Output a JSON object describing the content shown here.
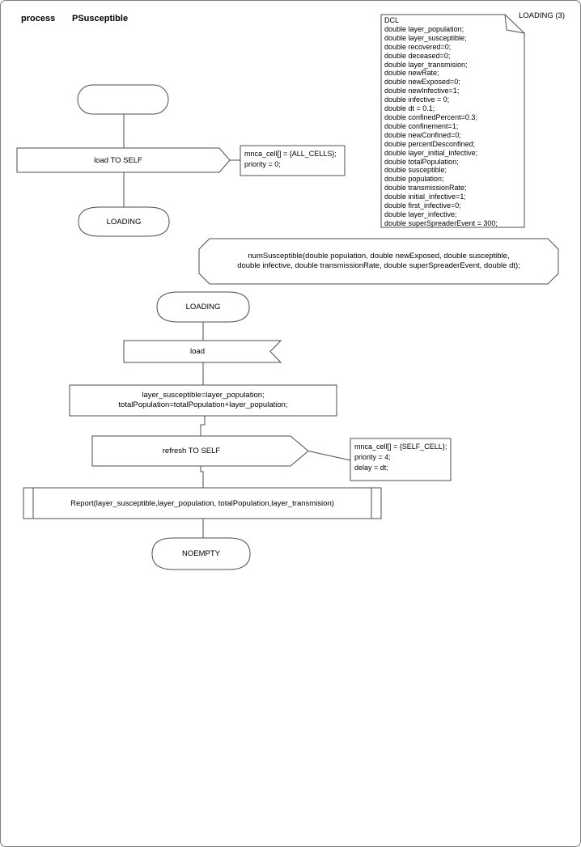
{
  "header": {
    "kind_label": "process",
    "process_name": "PSusceptible"
  },
  "dcl": {
    "corner_label": "LOADING (3)",
    "lines": [
      "DCL",
      "double layer_population;",
      "double layer_susceptible;",
      "double recovered=0;",
      "double deceased=0;",
      "double layer_transmision;",
      "double newRate;",
      "double newExposed=0;",
      "double newInfective=1;",
      "double infective = 0;",
      "double dt = 0.1;",
      "double confinedPercent=0.3;",
      "double confinement=1;",
      "double newConfined=0;",
      "double percentDesconfined;",
      "double layer_initial_infective;",
      "double totalPopulation;",
      "double susceptible;",
      "double population;",
      "double transmissionRate;",
      "double initial_infective=1;",
      "double first_infective=0;",
      "double layer_infective;",
      "double superSpreaderEvent = 300;"
    ]
  },
  "nodes": {
    "output_load": {
      "label": "load TO SELF"
    },
    "comment_load": {
      "lines": [
        "mnca_cell[] = {ALL_CELLS};",
        "priority = 0;"
      ]
    },
    "state_loading_1": {
      "label": "LOADING"
    },
    "procedure_decl": {
      "lines": [
        "numSusceptible(double population, double newExposed, double susceptible,",
        "double infective, double transmissionRate, double superSpreaderEvent, double dt);"
      ]
    },
    "state_loading_2": {
      "label": "LOADING"
    },
    "input_load": {
      "label": "load"
    },
    "task_assign": {
      "lines": [
        "layer_susceptible=layer_population;",
        "totalPopulation=totalPopulation+layer_population;"
      ]
    },
    "output_refresh": {
      "label": "refresh TO SELF"
    },
    "comment_refresh": {
      "lines": [
        "mnca_cell[] = {SELF_CELL};",
        "priority = 4;",
        "delay = dt;"
      ]
    },
    "procedure_call_report": {
      "label": "Report(layer_susceptible,layer_population, totalPopulation,layer_transmision)"
    },
    "state_noempty": {
      "label": "NOEMPTY"
    }
  },
  "colors": {
    "background": "#ffffff",
    "stroke": "#4d4d4d",
    "page_border": "#7d7d7d",
    "text": "#000000"
  }
}
